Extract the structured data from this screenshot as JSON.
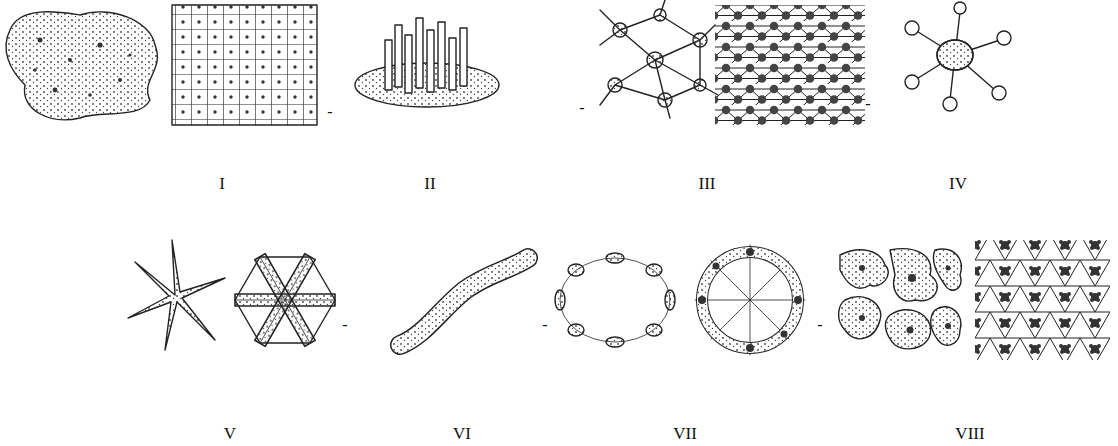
{
  "diagram": {
    "labels": [
      "I",
      "-",
      "II",
      "-",
      "III",
      "-",
      "IV",
      "V",
      "-",
      "VI",
      "-",
      "VII",
      "-",
      "VIII"
    ]
  }
}
